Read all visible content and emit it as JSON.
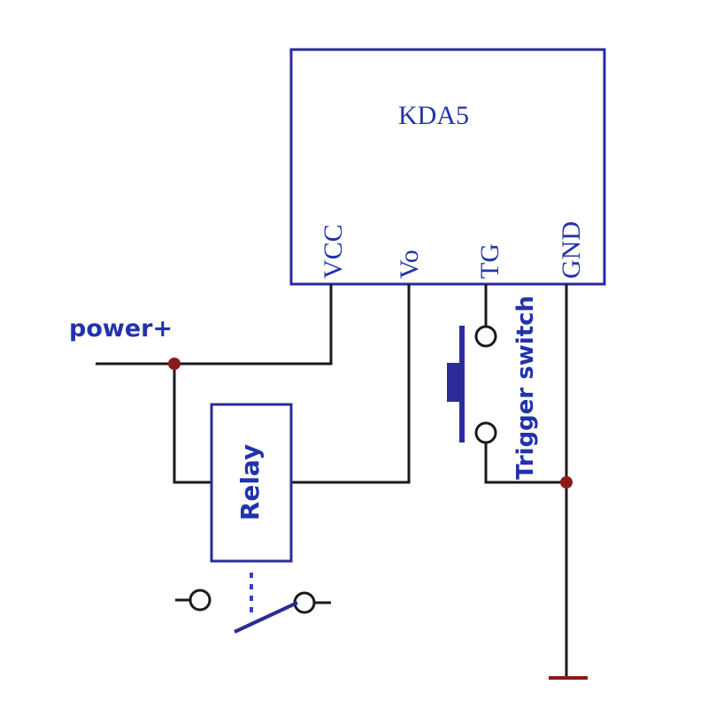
{
  "module": {
    "name": "KDA5",
    "pins": {
      "vcc": "VCC",
      "vo": "Vo",
      "tg": "TG",
      "gnd": "GND"
    }
  },
  "labels": {
    "power": "power+",
    "relay": "Relay",
    "trigger_switch": "Trigger switch"
  },
  "colors": {
    "module_outline": "#2b2b99",
    "text_blue": "#2233aa",
    "wire": "#1a1a1a",
    "junction": "#8b1a1a",
    "ground": "#8b1a1a"
  }
}
